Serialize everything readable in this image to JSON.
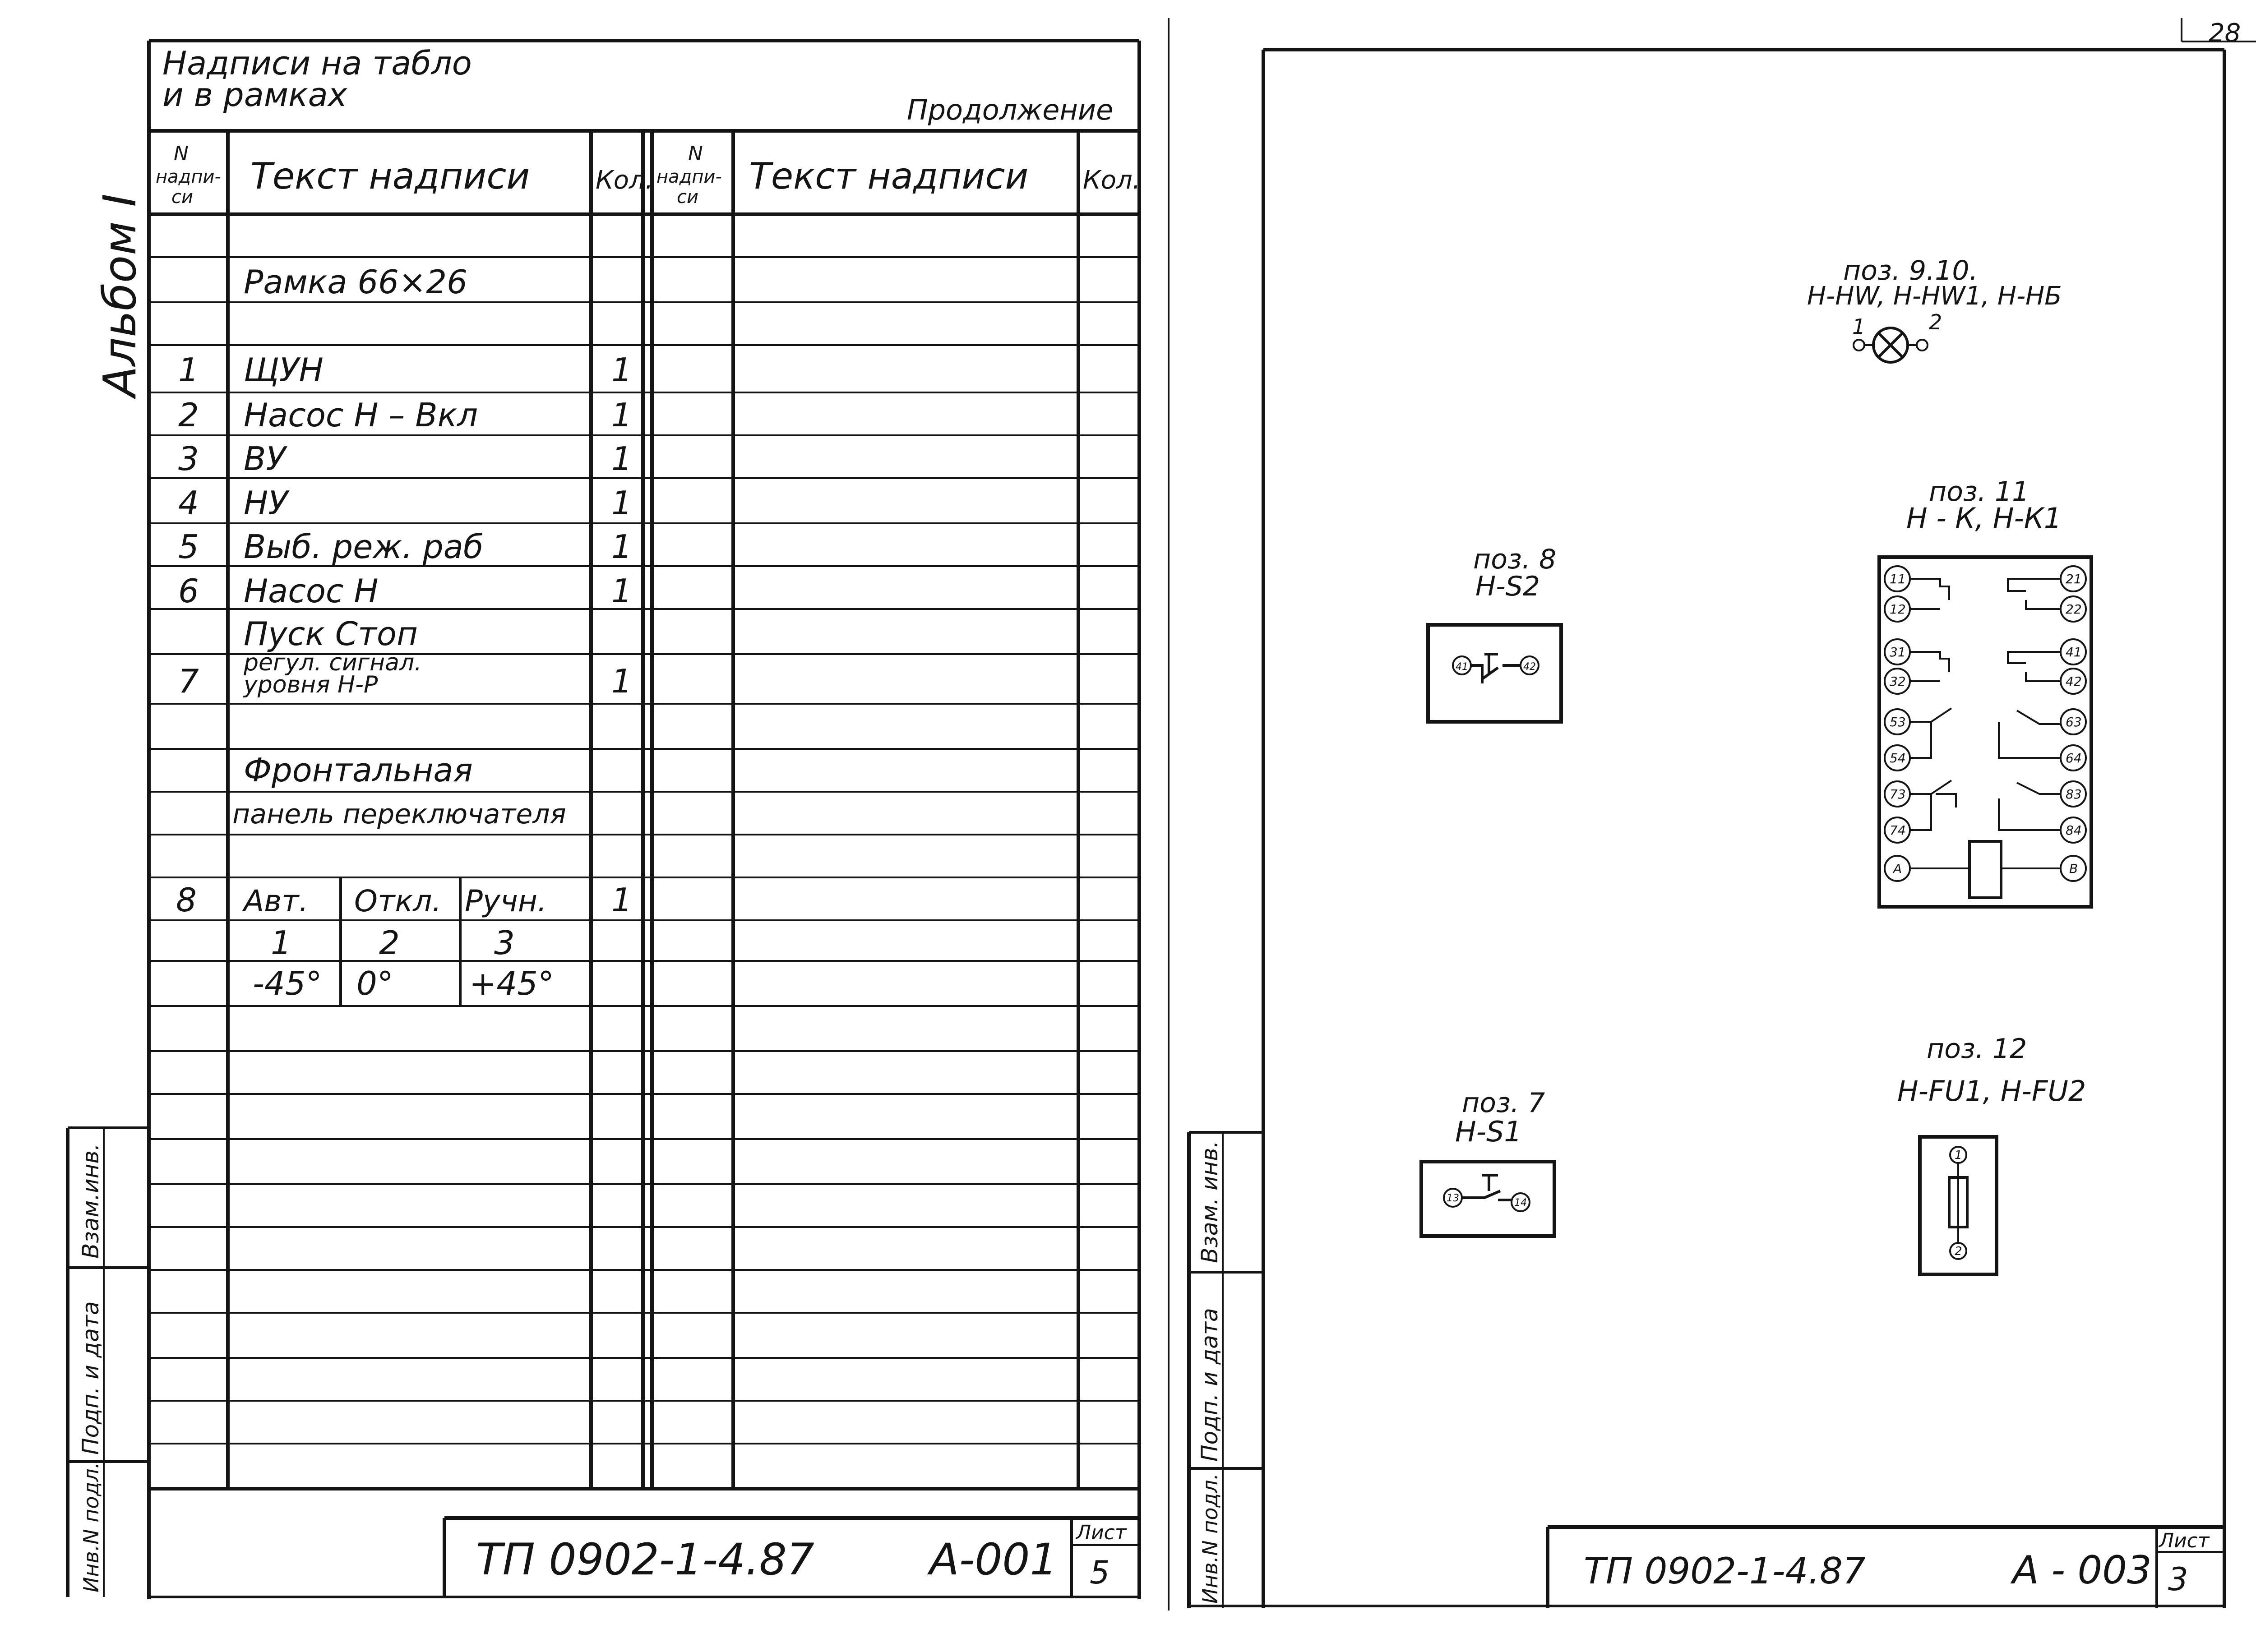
{
  "page_number": "28",
  "album_label": "Альбом I",
  "left_sheet": {
    "heading_line1": "Надписи на табло",
    "heading_line2": "и в рамках",
    "continuation": "Продолжение",
    "headers": {
      "num_line1": "N",
      "num_line2": "надпи-",
      "num_line3": "си",
      "text": "Текст надписи",
      "qty": "Кол."
    },
    "rows": [
      {
        "num": "",
        "text": "",
        "qty": ""
      },
      {
        "num": "",
        "text": "Рамка  66×26",
        "qty": ""
      },
      {
        "num": "",
        "text": "",
        "qty": ""
      },
      {
        "num": "1",
        "text": "ЩУН",
        "qty": "1"
      },
      {
        "num": "2",
        "text": "Насос Н – Вкл",
        "qty": "1"
      },
      {
        "num": "3",
        "text": "ВУ",
        "qty": "1"
      },
      {
        "num": "4",
        "text": "НУ",
        "qty": "1"
      },
      {
        "num": "5",
        "text": "Выб. реж. раб",
        "qty": "1"
      },
      {
        "num": "6",
        "text": "Насос  Н",
        "qty": "1"
      },
      {
        "num": "",
        "text": "Пуск  Стоп",
        "qty": ""
      },
      {
        "num": "7",
        "text": "регул. сигнал.",
        "text2": "уровня  Н-Р",
        "qty": "1"
      },
      {
        "num": "",
        "text": "",
        "qty": ""
      },
      {
        "num": "",
        "text": "Фронтальная",
        "qty": ""
      },
      {
        "num": "",
        "text": "панель переключателя",
        "qty": ""
      },
      {
        "num": "",
        "text": "",
        "qty": ""
      }
    ],
    "switch_table": {
      "num": "8",
      "qty": "1",
      "cols": [
        "Авт.",
        "Откл.",
        "Ручн."
      ],
      "positions": [
        "1",
        "2",
        "3"
      ],
      "angles": [
        "-45°",
        "0°",
        "+45°"
      ]
    },
    "side_stamps": [
      "Взам.инв.",
      "Подп. и дата",
      "Инв.N подл."
    ],
    "footer": {
      "doc_code": "ТП 0902-1-4.87",
      "drawing": "А-001",
      "sheet_label": "Лист",
      "sheet_no": "5"
    }
  },
  "right_sheet": {
    "lamp": {
      "title": "поз. 9.10.",
      "codes": "Н-HW, Н-HW1, Н-НБ",
      "pin1": "1",
      "pin2": "2"
    },
    "relay": {
      "title": "поз. 11",
      "codes": "Н - К,  Н-К1",
      "left_pins": [
        "11",
        "12",
        "31",
        "32",
        "53",
        "54",
        "73",
        "74",
        "A"
      ],
      "right_pins": [
        "21",
        "22",
        "41",
        "42",
        "63",
        "64",
        "83",
        "84",
        "B"
      ]
    },
    "switch8": {
      "title": "поз. 8",
      "code": "Н-S2",
      "pins": [
        "41",
        "42"
      ]
    },
    "switch7": {
      "title": "поз. 7",
      "code": "Н-S1",
      "pins": [
        "13",
        "14"
      ]
    },
    "fuse": {
      "title": "поз. 12",
      "codes": "Н-FU1, Н-FU2",
      "pins": [
        "1",
        "2"
      ]
    },
    "side_stamps": [
      "Взам. инв.",
      "Подп. и дата",
      "Инв.N подл."
    ],
    "footer": {
      "doc_code": "ТП 0902-1-4.87",
      "drawing": "А - 003",
      "sheet_label": "Лист",
      "sheet_no": "3"
    }
  }
}
